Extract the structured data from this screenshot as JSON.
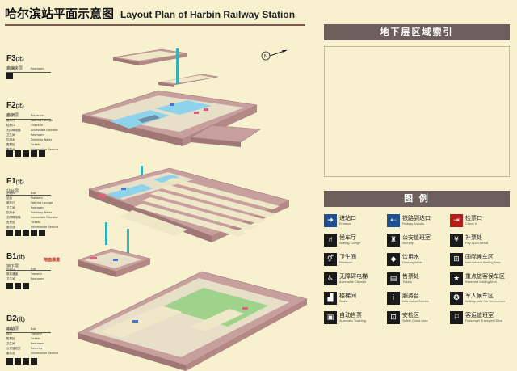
{
  "title": {
    "cn": "哈尔滨站平面示意图",
    "en": "Layout Plan of Harbin Railway Station"
  },
  "compass": {
    "label": "N"
  },
  "floors": [
    {
      "id": "F3",
      "code": "F3",
      "tag": "(北)",
      "sub": "高架夹层",
      "facilities": [
        [
          "卫生间",
          "Restroom"
        ]
      ]
    },
    {
      "id": "F2",
      "code": "F2",
      "tag": "(北)",
      "sub": "高架层",
      "facilities": [
        [
          "进站口",
          "Entrance"
        ],
        [
          "候车厅",
          "Waiting Lounge"
        ],
        [
          "检票口",
          "Check-In"
        ],
        [
          "无障碍电梯",
          "Accessible Elevator"
        ],
        [
          "卫生间",
          "Restroom"
        ],
        [
          "饮用水",
          "Drinking Water"
        ],
        [
          "售票处",
          "Tickets"
        ],
        [
          "服务台",
          "Information Service"
        ]
      ]
    },
    {
      "id": "F1",
      "code": "F1",
      "tag": "(北)",
      "sub": "站台层",
      "facilities": [
        [
          "出站口",
          "Exit"
        ],
        [
          "站台",
          "Platform"
        ],
        [
          "候车厅",
          "Waiting Lounge"
        ],
        [
          "卫生间",
          "Restroom"
        ],
        [
          "饮用水",
          "Drinking Water"
        ],
        [
          "无障碍电梯",
          "Accessible Elevator"
        ],
        [
          "售票处",
          "Tickets"
        ],
        [
          "服务台",
          "Information Service"
        ]
      ]
    },
    {
      "id": "B1",
      "code": "B1",
      "tag": "(北)",
      "sub": "地下层",
      "note": "地面通道",
      "facilities": [
        [
          "出站口",
          "Exit"
        ],
        [
          "换乘通道",
          "Transfer"
        ],
        [
          "卫生间",
          "Restroom"
        ]
      ]
    },
    {
      "id": "B2",
      "code": "B2",
      "tag": "(北)",
      "sub": "出站层",
      "facilities": [
        [
          "出站口",
          "Exit"
        ],
        [
          "换乘",
          "Transfer"
        ],
        [
          "售票处",
          "Tickets"
        ],
        [
          "卫生间",
          "Restroom"
        ],
        [
          "公安值班室",
          "Security"
        ],
        [
          "服务台",
          "Information Service"
        ]
      ]
    }
  ],
  "index_panel": {
    "title": "地下层区域索引"
  },
  "legend": {
    "title": "图 例",
    "items": [
      {
        "icon": "entrance-icon",
        "color": "blue",
        "cn": "进站口",
        "en": "Entrance"
      },
      {
        "icon": "railway-arrivals-icon",
        "color": "blue",
        "cn": "铁路到达口",
        "en": "Railway Arrivals"
      },
      {
        "icon": "check-in-icon",
        "color": "red",
        "cn": "检票口",
        "en": "Check In"
      },
      {
        "icon": "waiting-lounge-icon",
        "color": "dark",
        "cn": "候车厅",
        "en": "Waiting Lounge"
      },
      {
        "icon": "security-icon",
        "color": "dark",
        "cn": "公安值班室",
        "en": "Security"
      },
      {
        "icon": "pay-upon-arrival-icon",
        "color": "dark",
        "cn": "补票处",
        "en": "Pay Upon Arrival"
      },
      {
        "icon": "restroom-icon",
        "color": "dark",
        "cn": "卫生间",
        "en": "Restroom"
      },
      {
        "icon": "drinking-water-icon",
        "color": "dark",
        "cn": "饮用水",
        "en": "Drinking Water"
      },
      {
        "icon": "international-waiting-icon",
        "color": "dark",
        "cn": "国际候车区",
        "en": "International Waiting Area"
      },
      {
        "icon": "accessible-elevator-icon",
        "color": "dark",
        "cn": "无障碍电梯",
        "en": "Accessible Elevator"
      },
      {
        "icon": "tickets-icon",
        "color": "dark",
        "cn": "售票处",
        "en": "Tickets"
      },
      {
        "icon": "reserved-waiting-icon",
        "color": "dark",
        "cn": "重点旅客候车区",
        "en": "Reserved Waiting Area"
      },
      {
        "icon": "stairs-icon",
        "color": "dark",
        "cn": "楼梯间",
        "en": "Stairs"
      },
      {
        "icon": "information-service-icon",
        "color": "dark",
        "cn": "服务台",
        "en": "Information Service"
      },
      {
        "icon": "servicemen-waiting-icon",
        "color": "dark",
        "cn": "军人候车区",
        "en": "Waiting Area For Servicemen"
      },
      {
        "icon": "automatic-ticketing-icon",
        "color": "dark",
        "cn": "自动售票",
        "en": "Automatic Ticketing"
      },
      {
        "icon": "safety-check-icon",
        "color": "dark",
        "cn": "安检区",
        "en": "Safety Check Area"
      },
      {
        "icon": "passenger-transport-office-icon",
        "color": "dark",
        "cn": "客运值班室",
        "en": "Passenger Transport Office"
      }
    ]
  },
  "colors": {
    "background": "#f7f1cf",
    "floor_base": "#c79f9c",
    "floor_edge": "#9f7774",
    "wall": "#e7dfc7",
    "platform": "#efe8c8",
    "waiting_blue": "#8ed3ec",
    "elevator_teal": "#2fb3b6",
    "panel_head": "#6d5f5c",
    "transit_green": "#9fd28a"
  }
}
